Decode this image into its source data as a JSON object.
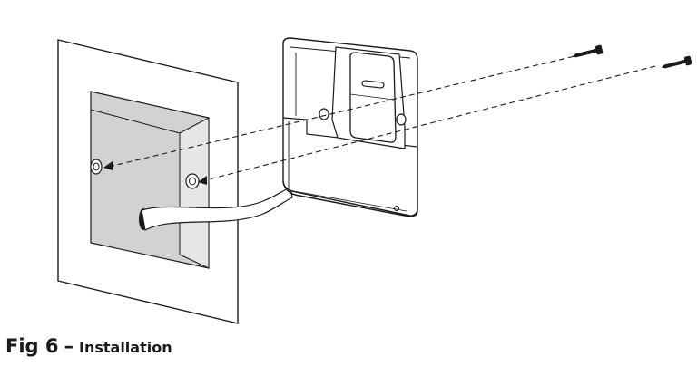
{
  "caption": {
    "figure_number": "Fig 6",
    "separator": "–",
    "title": "Installation"
  },
  "colors": {
    "line": "#1a1a1a",
    "wall": "#ffffff",
    "box_recess": "#d2d2d2",
    "box_side": "#e6e6e6",
    "device_body": "#ffffff",
    "background": "#ffffff"
  },
  "diagram": {
    "components": [
      "wall-plate",
      "flush-wall-box",
      "cable",
      "device-unit",
      "fixing-screw",
      "fixing-screw"
    ]
  }
}
